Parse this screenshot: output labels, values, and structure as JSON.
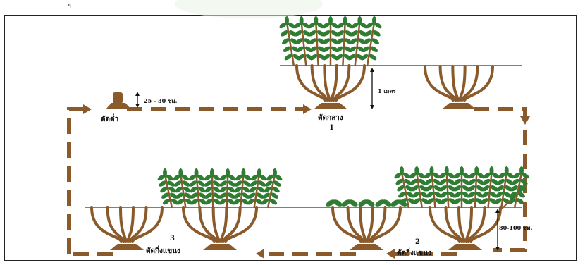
{
  "top_mark": "ๆ",
  "labels": {
    "stage_low_cut": "ตัดต่ำ",
    "height_low": "25 - 30 ซม.",
    "stage_mid_cut": "ตัดกลาง",
    "height_mid": "1 เมตร",
    "num_1": "1",
    "num_2": "2",
    "num_3": "3",
    "stage_branch_cut_2": "ตัดกิ่งแขนง",
    "stage_branch_cut_3": "ตัดกิ่งแขนง",
    "height_branch": "80-100 ซม."
  },
  "colors": {
    "trunk": "#8a5a2b",
    "leaf": "#2e7d32",
    "leaf_dark": "#1b5e20",
    "arrow": "#8a5a2b",
    "line": "#333333"
  }
}
